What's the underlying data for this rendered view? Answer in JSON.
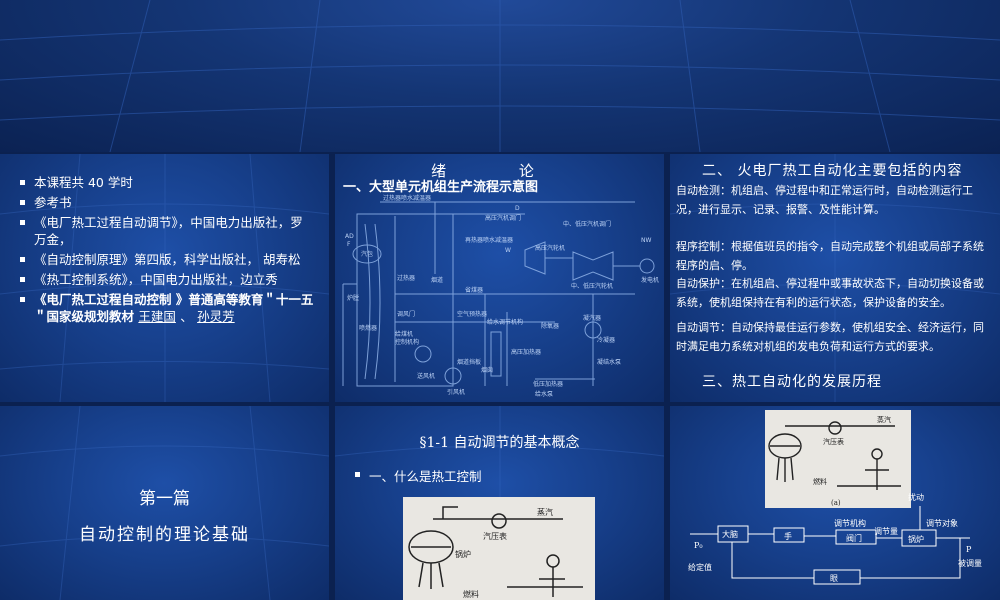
{
  "slide1": {
    "items": [
      {
        "text": "本课程共 40 学时"
      },
      {
        "text": "参考书"
      },
      {
        "text": "《电厂热工过程自动调节》，中国电力出版社，罗万金，"
      },
      {
        "text": "《自动控制原理》第四版，科学出版社， 胡寿松"
      },
      {
        "text": "《热工控制系统》，中国电力出版社，边立秀"
      }
    ],
    "last_item_bold": "《电厂热工过程自动控制 》普通高等教育＂十一五＂国家级规划教材",
    "author1": "王建国",
    "sep": "、",
    "author2": "孙灵芳"
  },
  "slide2": {
    "title": "绪 论",
    "subtitle": "一、大型单元机组生产流程示意图",
    "diagram_labels": {
      "superheat_spray": "过热器喷水减温器",
      "reheat_spray": "再热器喷水减温器",
      "hp_cyl": "高压汽机调门",
      "mlp_cyl": "中、低压汽机调门",
      "hp_turbine": "高压汽轮机",
      "mlp_turbine": "中、低压汽轮机",
      "generator": "发电机",
      "drum": "汽包",
      "superheater": "过热器",
      "furnace": "炉膛",
      "flue": "烟道",
      "reheater": "省煤器",
      "damper": "调风门",
      "air_preheater": "空气预热器",
      "water_valve": "给水调节机构",
      "deaerator": "除氧器",
      "condenser": "凝汽器",
      "cold_water": "冷凝器",
      "condensate_pump": "凝结水泵",
      "coal_feeder": "给煤机",
      "coal_ctrl": "控制机构",
      "burner": "喷燃器",
      "fd_fan": "送风机",
      "id_fan": "引风机",
      "exhaust_damper": "烟道挡板",
      "feed_pump": "给水泵",
      "lp_heater": "低压加热器",
      "hp_heater": "高压加热器",
      "chimney": "烟囱",
      "ad_label": "AD",
      "d_label": "D",
      "w_label": "W",
      "nw_label": "NW",
      "f_label": "F"
    }
  },
  "slide3": {
    "heading": "二、 火电厂热工自动化主要包括的内容",
    "rows": [
      {
        "key": "自动检测：",
        "text": "机组启、停过程中和正常运行时，自动检测运行工况，进行显示、记录、报警、及性能计算。"
      },
      {
        "key": "程序控制：",
        "text": "根据值班员的指令，自动完成整个机组或局部子系统程序的启、停。"
      },
      {
        "key": "自动保护：",
        "text": "在机组启、停过程中或事故状态下，自动切换设备或系统，使机组保持在有利的运行状态，保护设备的安全。"
      },
      {
        "key": "自动调节：",
        "text": "自动保持最佳运行参数，使机组安全、经济运行，同时满足电力系统对机组的发电负荷和运行方式的要求。"
      }
    ],
    "heading3": "三、热工自动化的发展历程"
  },
  "slide4": {
    "part": "第一篇",
    "title": "自动控制的理论基础"
  },
  "slide5": {
    "section": "§1-1  自动调节的基本概念",
    "question": "一、什么是热工控制",
    "photo_labels": {
      "steam": "蒸汽",
      "gauge": "汽压表",
      "drum": "锅炉",
      "fuel": "燃料"
    }
  },
  "slide6": {
    "photo_labels": {
      "steam": "蒸汽",
      "gauge": "汽压表",
      "fuel": "燃料",
      "caption": "(a)"
    },
    "block": {
      "disturbance": "扰动",
      "brain": "大脑",
      "hand": "手",
      "mechanism": "调节机构",
      "valve": "阀门",
      "regulated_qty": "调节量",
      "object": "调节对象",
      "boiler": "锅炉",
      "eye": "眼",
      "p0": "P₀",
      "setpoint": "给定值",
      "p": "P",
      "controlled": "被调量"
    }
  }
}
